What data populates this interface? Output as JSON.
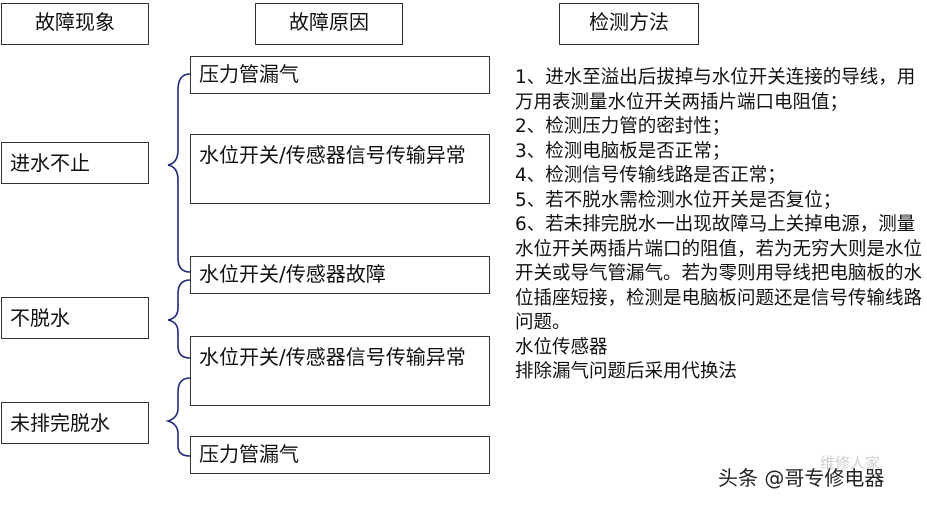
{
  "headers": {
    "phenomenon": "故障现象",
    "cause": "故障原因",
    "method": "检测方法"
  },
  "phenomena": [
    "进水不止",
    "不脱水",
    "未排完脱水"
  ],
  "causes": [
    "压力管漏气",
    "水位开关/传感器信号传输异常",
    "水位开关/传感器故障",
    "水位开关/传感器信号传输异常",
    "压力管漏气"
  ],
  "methods": [
    "1、进水至溢出后拔掉与水位开关连接的导线，用万用表测量水位开关两插片端口电阻值；",
    "2、检测压力管的密封性；",
    "3、检测电脑板是否正常；",
    "4、检测信号传输线路是否正常；",
    "5、若不脱水需检测水位开关是否复位；",
    "6、若未排完脱水一出现故障马上关掉电源，测量水位开关两插片端口的阻值，若为无穷大则是水位开关或导气管漏气。若为零则用导线把电脑板的水位插座短接，检测是电脑板问题还是信号传输线路问题。",
    "水位传感器",
    "排除漏气问题后采用代换法"
  ],
  "watermark": {
    "main": "头条 @哥专修电器",
    "ghost": "维修人家"
  },
  "colors": {
    "border": "#333333",
    "brace": "#1f2a7a"
  }
}
